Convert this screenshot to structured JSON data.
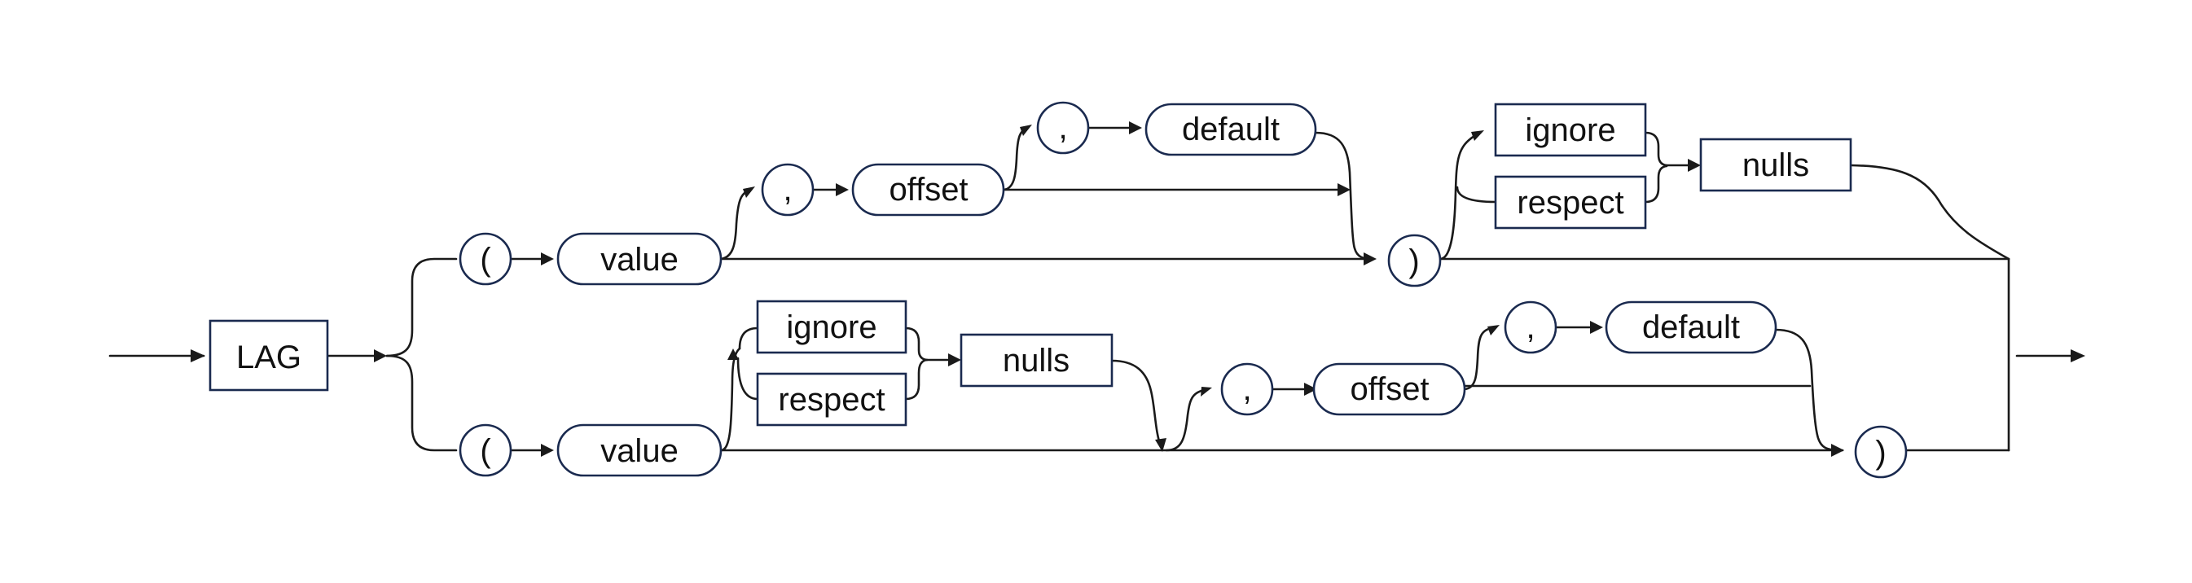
{
  "diagram": {
    "keyword_lag": "LAG",
    "top_branch": {
      "open_paren": "(",
      "value": "value",
      "comma_1": ",",
      "offset": "offset",
      "comma_2": ",",
      "default": "default",
      "close_paren": ")",
      "ignore": "ignore",
      "respect": "respect",
      "nulls": "nulls"
    },
    "bottom_branch": {
      "open_paren": "(",
      "value": "value",
      "ignore": "ignore",
      "respect": "respect",
      "nulls": "nulls",
      "comma_1": ",",
      "offset": "offset",
      "comma_2": ",",
      "default": "default",
      "close_paren": ")"
    }
  },
  "colors": {
    "stroke": "#1a1a1a",
    "node_border": "#1a2a4f",
    "background": "#ffffff"
  }
}
